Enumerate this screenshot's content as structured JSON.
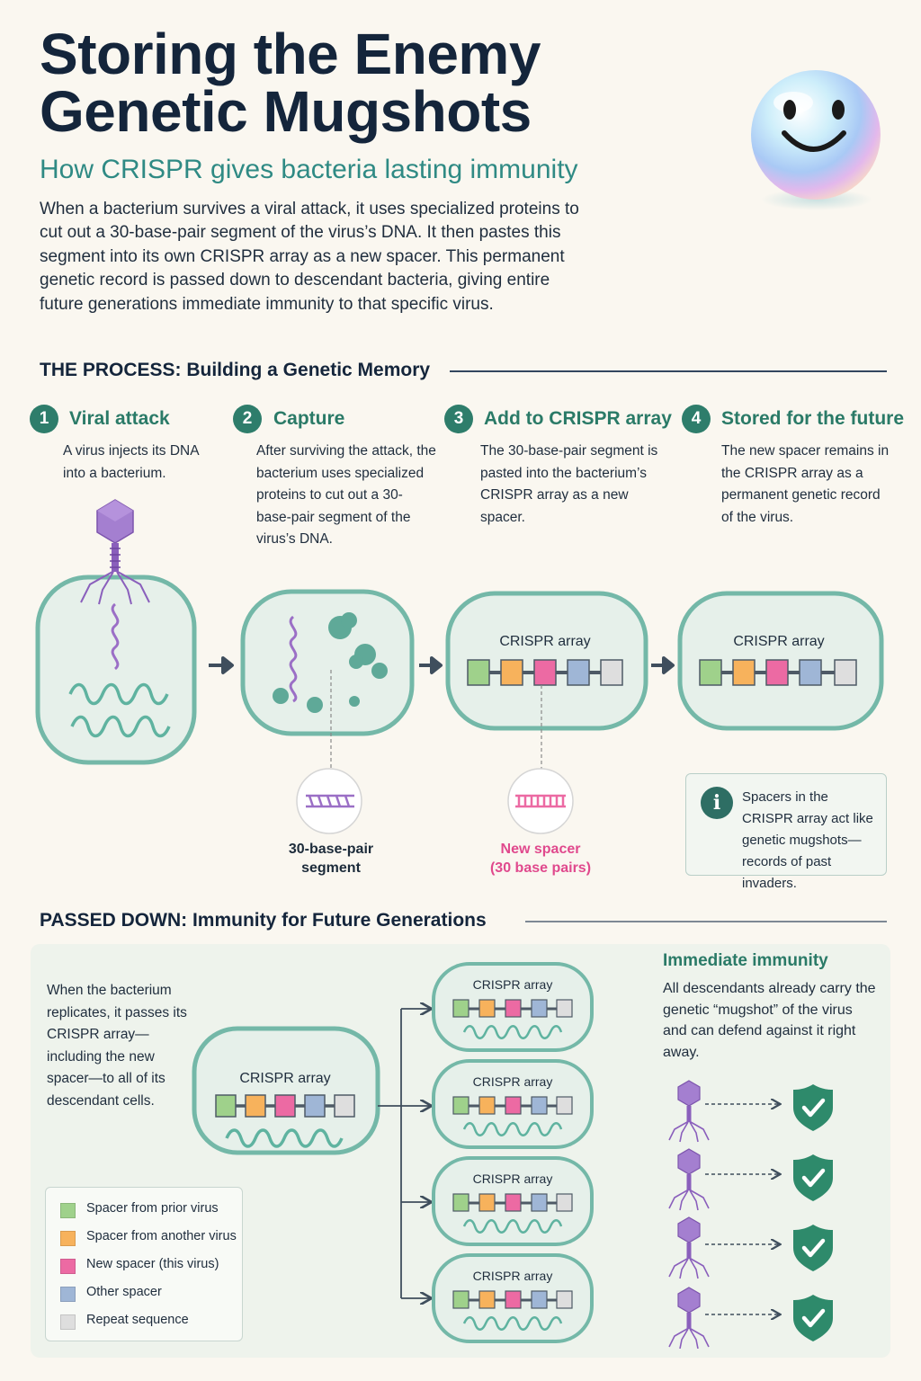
{
  "header": {
    "title_line1": "Storing the Enemy",
    "title_line2": "Genetic Mugshots",
    "subtitle": "How CRISPR gives bacteria lasting immunity",
    "intro": "When a bacterium survives a viral attack, it uses specialized proteins to cut out a 30-base-pair segment of the virus’s DNA. It then pastes this segment into its own CRISPR array as a new spacer. This permanent genetic record is passed down to descendant bacteria, giving entire future generations immediate immunity to that specific virus.",
    "mascot_icon": "smiley-face-icon"
  },
  "process": {
    "heading": "THE PROCESS: Building a Genetic Memory",
    "steps": [
      {
        "num": "1",
        "title": "Viral attack",
        "desc": "A virus injects its DNA into a bacterium."
      },
      {
        "num": "2",
        "title": "Capture",
        "desc": "After surviving the attack, the bacterium uses specialized proteins to cut out a 30-base-pair segment of the virus’s DNA."
      },
      {
        "num": "3",
        "title": "Add to CRISPR array",
        "desc": "The 30-base-pair segment is pasted into the bacterium’s CRISPR array as a new spacer."
      },
      {
        "num": "4",
        "title": "Stored for the future",
        "desc": "The new spacer remains in the CRISPR array as a permanent genetic record of the virus."
      }
    ],
    "array_label": "CRISPR array",
    "segment_caption_line1": "30-base-pair",
    "segment_caption_line2": "segment",
    "spacer_caption_line1": "New spacer",
    "spacer_caption_line2": "(30 base pairs)",
    "info_icon": "i",
    "info_text": "Spacers in the CRISPR array act like genetic mugshots—records of past invaders."
  },
  "passed_down": {
    "heading": "PASSED DOWN: Immunity for Future Generations",
    "description": "When the bacterium replicates, it passes its CRISPR array—including the new spacer—to all of its descendant cells.",
    "array_label": "CRISPR array",
    "immunity_title": "Immediate immunity",
    "immunity_text": "All descendants already carry the genetic “mugshot” of the virus and can defend against it right away.",
    "shield_icon": "shield-check-icon",
    "virus_icon": "bacteriophage-icon"
  },
  "legend": [
    {
      "label": "Spacer from prior virus",
      "color": "#9fd18b"
    },
    {
      "label": "Spacer from another virus",
      "color": "#f7b25c"
    },
    {
      "label": "New spacer (this virus)",
      "color": "#ec6aa3"
    },
    {
      "label": "Other spacer",
      "color": "#9fb6d6"
    },
    {
      "label": "Repeat sequence",
      "color": "#dedede"
    }
  ],
  "colors": {
    "teal_dark": "#2e7d6b",
    "cell_fill": "#e6f0ea",
    "cell_border": "#74b8a8",
    "virus_purple": "#9b6fc6",
    "new_spacer_pink": "#ec6aa3",
    "heading_navy": "#14253b"
  }
}
